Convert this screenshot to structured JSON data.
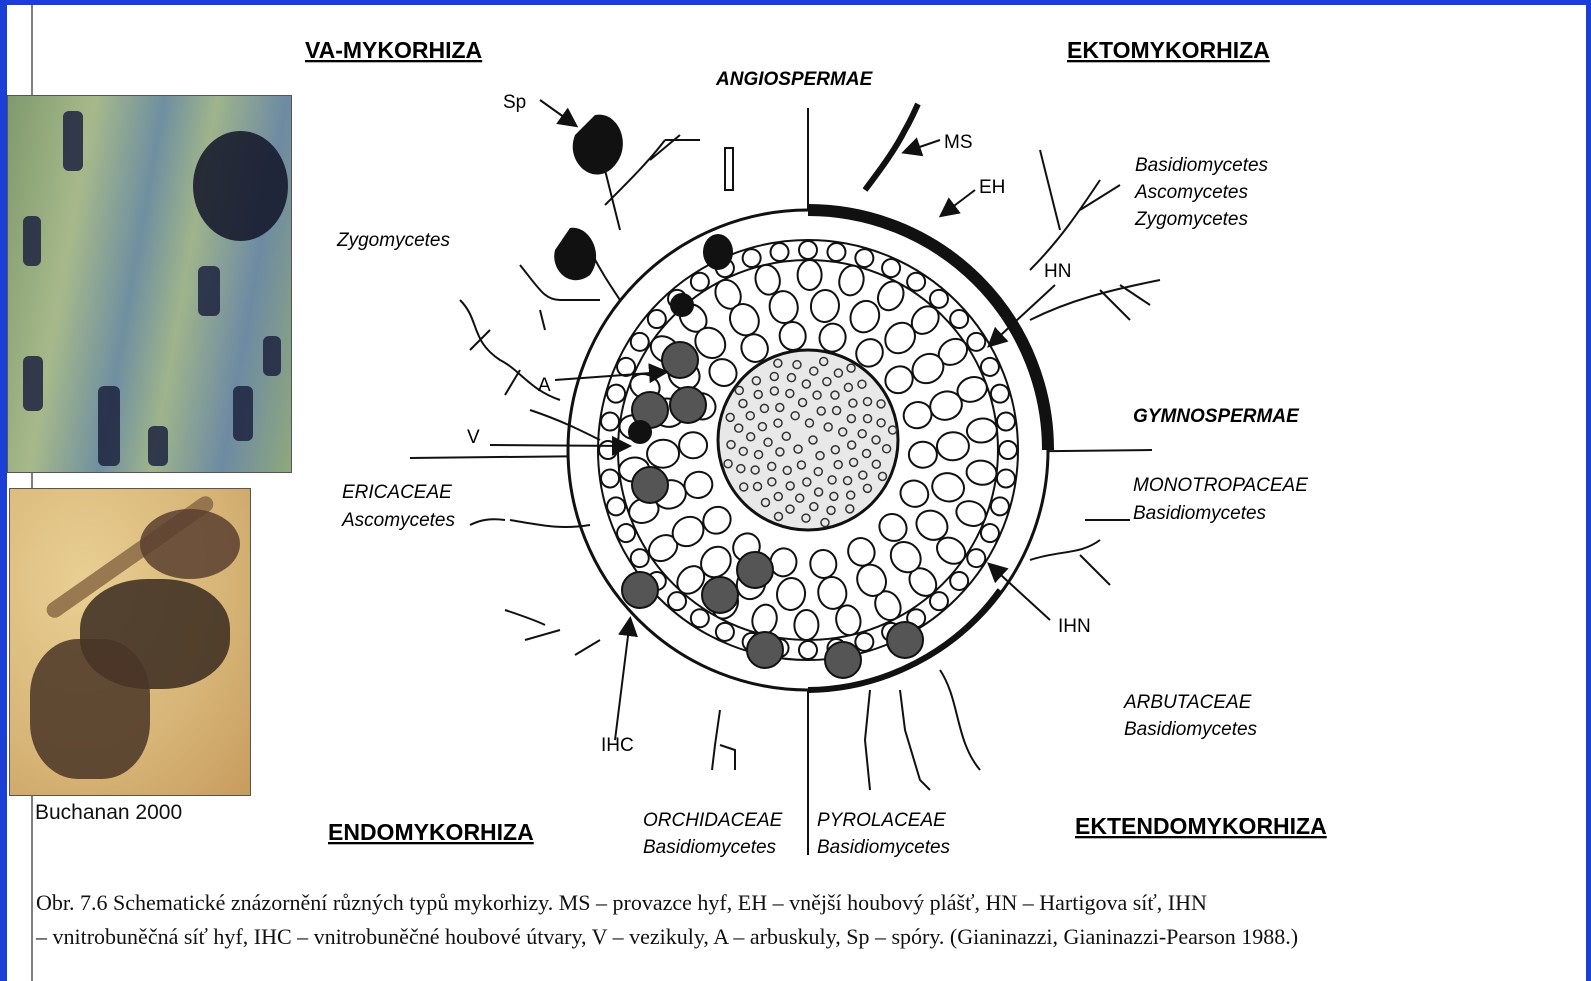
{
  "titles": {
    "va": "VA-MYKORHIZA",
    "ekto": "EKTOMYKORHIZA",
    "endo": "ENDOMYKORHIZA",
    "ektendo": "EKTENDOMYKORHIZA"
  },
  "groups": {
    "angio": "ANGIOSPERMAE",
    "gymno": "GYMNOSPERMAE"
  },
  "taxa": {
    "zygo": "Zygomycetes",
    "ekto_1": "Basidiomycetes",
    "ekto_2": "Ascomycetes",
    "ekto_3": "Zygomycetes",
    "eric_1": "ERICACEAE",
    "eric_2": "Ascomycetes",
    "mono_1": "MONOTROPACEAE",
    "mono_2": "Basidiomycetes",
    "arbu_1": "ARBUTACEAE",
    "arbu_2": "Basidiomycetes",
    "orch_1": "ORCHIDACEAE",
    "orch_2": "Basidiomycetes",
    "pyro_1": "PYROLACEAE",
    "pyro_2": "Basidiomycetes"
  },
  "abbr": {
    "sp": "Sp",
    "a": "A",
    "v": "V",
    "ms": "MS",
    "eh": "EH",
    "hn": "HN",
    "ihn": "IHN",
    "ihc": "IHC"
  },
  "photo_credit": "Buchanan 2000",
  "caption": {
    "line1": "Obr. 7.6 Schematické znázornění různých typů mykorhizy. MS – provazce hyf, EH – vnější houbový plášť, HN – Hartigova síť, IHN",
    "line2": "– vnitrobuněčná síť hyf, IHC – vnitrobuněčné houbové útvary, V – vezikuly, A – arbuskuly, Sp – spóry. (Gianinazzi, Gianinazzi-Pearson 1988.)"
  }
}
